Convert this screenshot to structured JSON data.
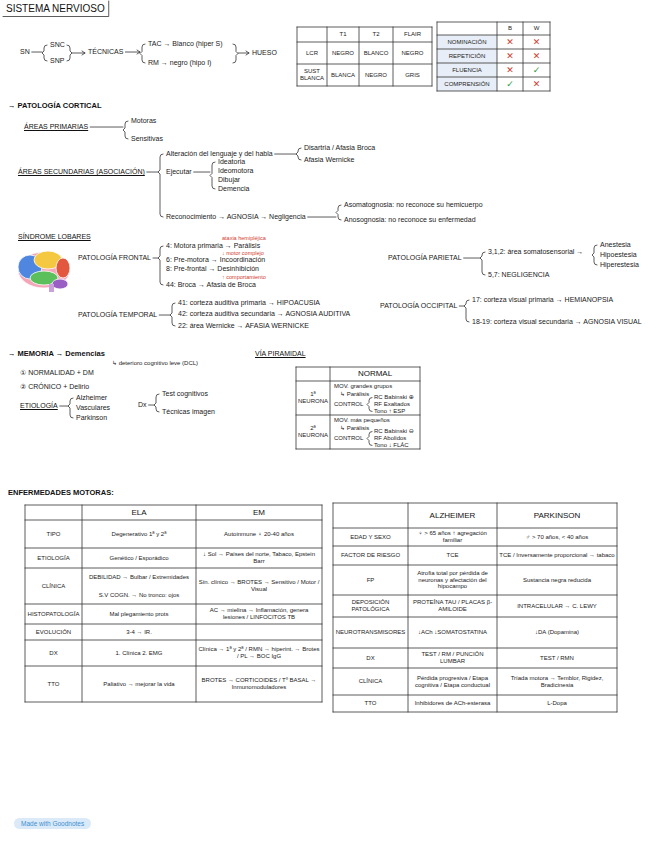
{
  "diagram": {
    "title": "SISTEMA NERVIOSO",
    "labels": [
      "SN",
      "SNC",
      "SNP",
      "TÉCNICAS",
      "TAC → Blanco (hiper S)",
      "RM → negro (hipo I)",
      "HUESO",
      "T1",
      "T2",
      "FLAIR",
      "LCR",
      "NEGRO",
      "BLANCO",
      "NEGRO",
      "SUST BLANCA",
      "BLANCA",
      "NEGRO",
      "GRIS",
      "B",
      "W",
      "NOMINACIÓN",
      "✕",
      "✕",
      "REPETICIÓN",
      "✕",
      "✕",
      "FLUENCIA",
      "✕",
      "✓",
      "COMPRENSIÓN",
      "✓",
      "✕",
      "→ PATOLOGÍA CORTICAL",
      "ÁREAS PRIMARIAS",
      "Motoras",
      "Sensitivas",
      "ÁREAS SECUNDARIAS (ASOCIACIÓN)",
      "Alteración del lenguaje y del habla",
      "Disartria / Afasia Broca",
      "Afasia Wernicke",
      "Ejecutar",
      "Ideatoria",
      "Ideomotora",
      "Dibujar",
      "Demencia",
      "Reconocimiento → AGNOSIA → Negligencia",
      "Asomatognosia: no reconoce su hemicuerpo",
      "Anosognosia: no reconoce su enfermedad",
      "SÍNDROME LOBARES",
      "PATOLOGÍA FRONTAL",
      "ataxia hemipléjica",
      "4: Motora primaria → Parálisis",
      "↓ motor complejo",
      "6: Pre-motora → Incoordinación",
      "8: Pre-frontal → Desinhibición",
      "↑ comportamiento",
      "44: Broca → Afasia de Broca",
      "PATOLOGÍA PARIETAL",
      "3,1,2: área somatosensorial →",
      "Anestesia",
      "Hipoestesia",
      "Hiperestesia",
      "5,7: NEGLIGENCIA",
      "PATOLOGÍA TEMPORAL",
      "41: corteza auditiva primaria → HIPOACUSIA",
      "42: corteza auditiva secundaria → AGNOSIA AUDITIVA",
      "22: área Wernicke → AFASIA WERNICKE",
      "PATOLOGÍA OCCIPITAL",
      "17: corteza visual primaria → HEMIANOPSIA",
      "18-19: corteza visual secundaria → AGNOSIA VISUAL",
      "→ MEMORIA → Demencias",
      "↳ deterioro cognitivo leve (DCL)",
      "① NORMALIDAD + DM",
      "② CRÓNICO + Delirio",
      "ETIOLOGÍA",
      "Alzheimer",
      "Vasculares",
      "Parkinson",
      "Dx",
      "Test cognitivos",
      "Técnicas imagen",
      "VÍA PIRAMIDAL",
      "NORMAL",
      "1ª NEURONA",
      "MOV. grandes grupos",
      "↳ Parálisis",
      "CONTROL",
      "RC Babinski ⊕",
      "RF Exaltados",
      "Tono ↑ ESP",
      "2ª NEURONA",
      "MOV. más pequeños",
      "↳ Parálisis",
      "CONTROL",
      "RC Babinski ⊖",
      "RF Abolidos",
      "Tono ↓ FLÁC",
      "ENFERMEDADES MOTORAS:",
      "ELA",
      "EM",
      "TIPO",
      "Degenerativo 1ª y 2ª",
      "Autoinmune ♀ 20-40 años",
      "ETIOLOGÍA",
      "Genético / Esporádico",
      "↓ Sol → Países del norte, Tabaco, Epstein Barr",
      "CLÍNICA",
      "DEBILIDAD → Bulbar / Extremidades",
      "S.V COGN. → No tronco: ojos",
      "Sín. clínico → BROTES → Sensitivo / Motor / Visual",
      "HISTOPATOLOGÍA",
      "Mal plegamiento prots",
      "AC → mielina → Inflamación, genera lesiones / LINFOCITOS TB",
      "EVOLUCIÓN",
      "3-4 → IR.",
      "DX",
      "1. Clínica 2. EMG",
      "Clínica → 1ª y 2ª / RMN → hiperint. → Brotes / PL → BOC IgG",
      "TTO",
      "Paliativo → mejorar la vida",
      "BROTES → CORTICOIDES / Tº BASAL → Inmunomoduladores",
      "ALZHEIMER",
      "PARKINSON",
      "EDAD Y SEXO",
      "♀ > 65 años ↑ agregación familiar",
      "♂ > 70 años, < 40 años",
      "FACTOR DE RIESGO",
      "TCE",
      "TCE / Inversamente proporcional → tabaco",
      "FP",
      "Atrofia total por pérdida de neuronas y afectación del hipocampo",
      "Sustancia negra reducida",
      "DEPOSICIÓN PATOLÓGICA",
      "PROTEÍNA TAU / PLACAS β-AMILOIDE",
      "INTRACELULAR → C. LEWY",
      "NEUROTRANSMISORES",
      "↓ACh ↓SOMATOSTATINA",
      "↓DA (Dopamina)",
      "DX",
      "TEST / RM / PUNCIÓN LUMBAR",
      "TEST / RMN",
      "CLÍNICA",
      "Pérdida progresiva / Etapa cognitiva / Etapa conductual",
      "Tríada motora → Temblor, Rigidez, Bradicinesia",
      "TTO",
      "Inhibidores de ACh-esterasa",
      "L-Dopa",
      "Made with Goodnotes"
    ]
  }
}
